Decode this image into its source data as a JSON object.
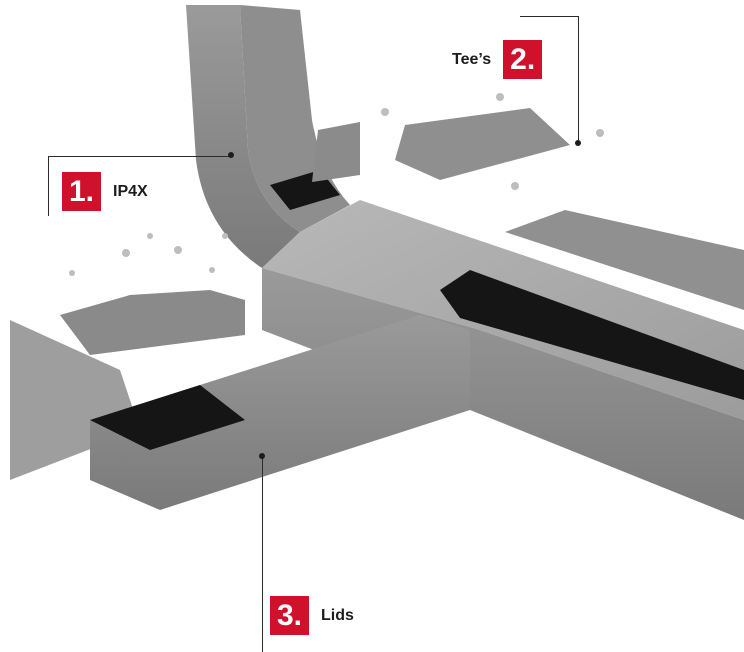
{
  "callouts": [
    {
      "number": "1.",
      "label": "IP4X"
    },
    {
      "number": "2.",
      "label": "Tee’s"
    },
    {
      "number": "3.",
      "label": "Lids"
    }
  ],
  "colors": {
    "accent": "#d0112b",
    "trunking_light": "#a7a7a7",
    "trunking_mid": "#8c8c8c",
    "trunking_dark": "#727272",
    "gasket": "#151515"
  }
}
